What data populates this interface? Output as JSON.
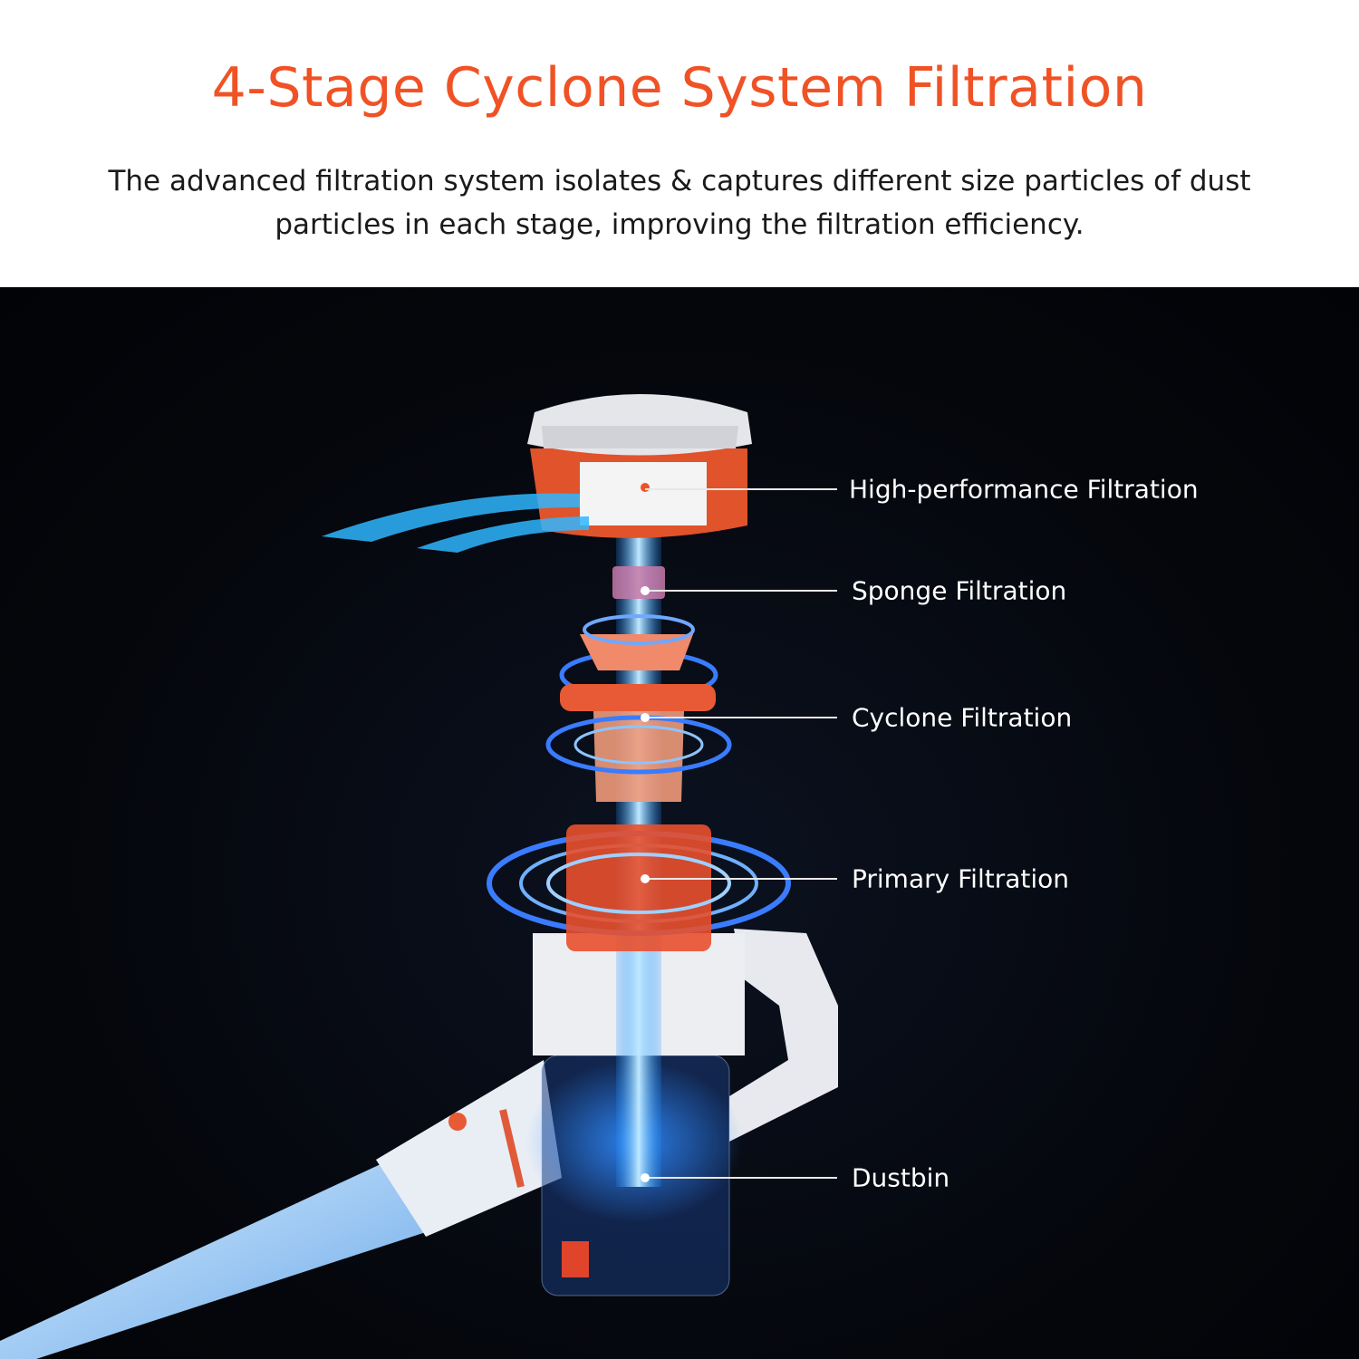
{
  "header": {
    "title": "4-Stage Cyclone System Filtration",
    "subtitle": "The advanced filtration system isolates & captures different size particles of dust particles in each stage, improving the filtration efficiency."
  },
  "stages": [
    {
      "label": "High-performance Filtration"
    },
    {
      "label": "Sponge Filtration"
    },
    {
      "label": "Cyclone Filtration"
    },
    {
      "label": "Primary Filtration"
    },
    {
      "label": "Dustbin"
    }
  ],
  "colors": {
    "accent": "#F05225",
    "background": "#05070d",
    "airflow": "#2fb6ff"
  }
}
